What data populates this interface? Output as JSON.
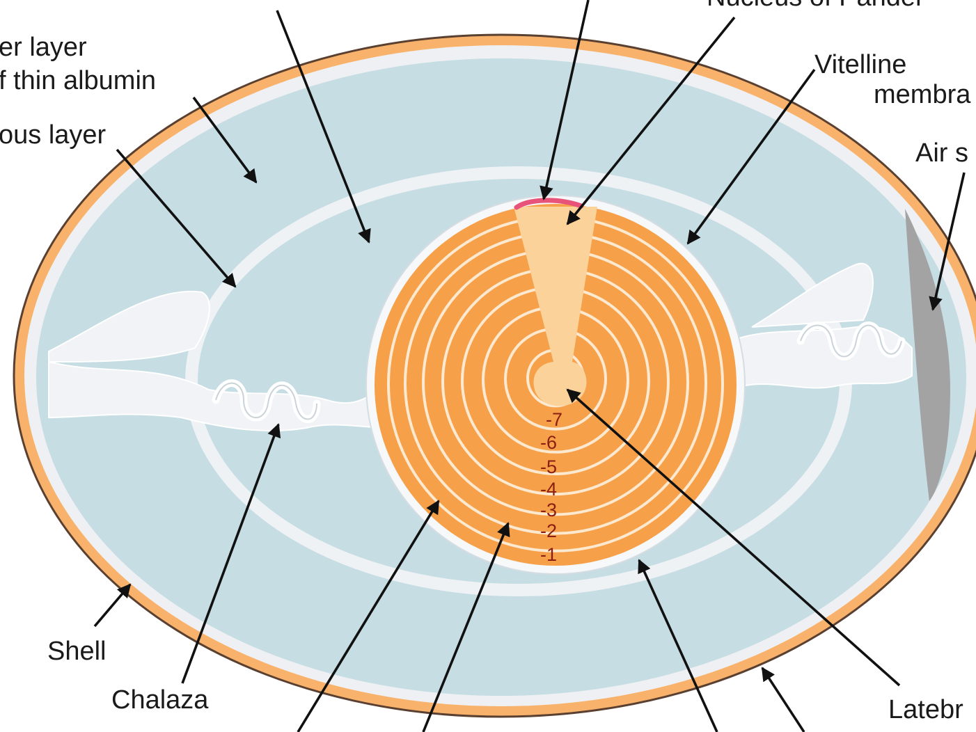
{
  "labels": {
    "nucleus_of_pander": "Nucleus of Pander",
    "outer_layer_line1": "er layer",
    "outer_layer_line2": "f thin albumin",
    "chalaziferous_layer": "ous layer",
    "vitelline_line1": "Vitelline",
    "vitelline_line2": "membra",
    "air_space": "Air s",
    "shell": "Shell",
    "chalaza": "Chalaza",
    "latebra": "Latebr"
  },
  "yolk_ring_labels": [
    "-7",
    "-6",
    "-5",
    "-4",
    "-3",
    "-2",
    "-1"
  ],
  "colors": {
    "shell": "#f9b26b",
    "membrane": "#eef0f3",
    "albumin": "#c5dde3",
    "chalazae": "#f1f3f6",
    "yolk": "#f7a04a",
    "yolk_rings": "#fde9cf",
    "latebra": "#fbd39a",
    "germinal_disc": "#e8537a",
    "air_space": "#a3a3a3",
    "ring_number_text": "#8a1e12"
  }
}
